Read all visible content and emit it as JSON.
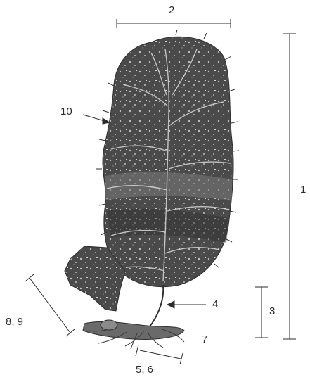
{
  "labels": {
    "l2": "2",
    "l10": "10",
    "l1": "1",
    "l4": "4",
    "l3": "3",
    "l89": "8, 9",
    "l7": "7",
    "l56": "5, 6"
  },
  "colors": {
    "ink": "#2b2b2b",
    "leaf_dark": "#3f3f3f",
    "leaf_mid": "#6e6e6e",
    "vein": "#d9d9d9",
    "background": "#ffffff"
  }
}
